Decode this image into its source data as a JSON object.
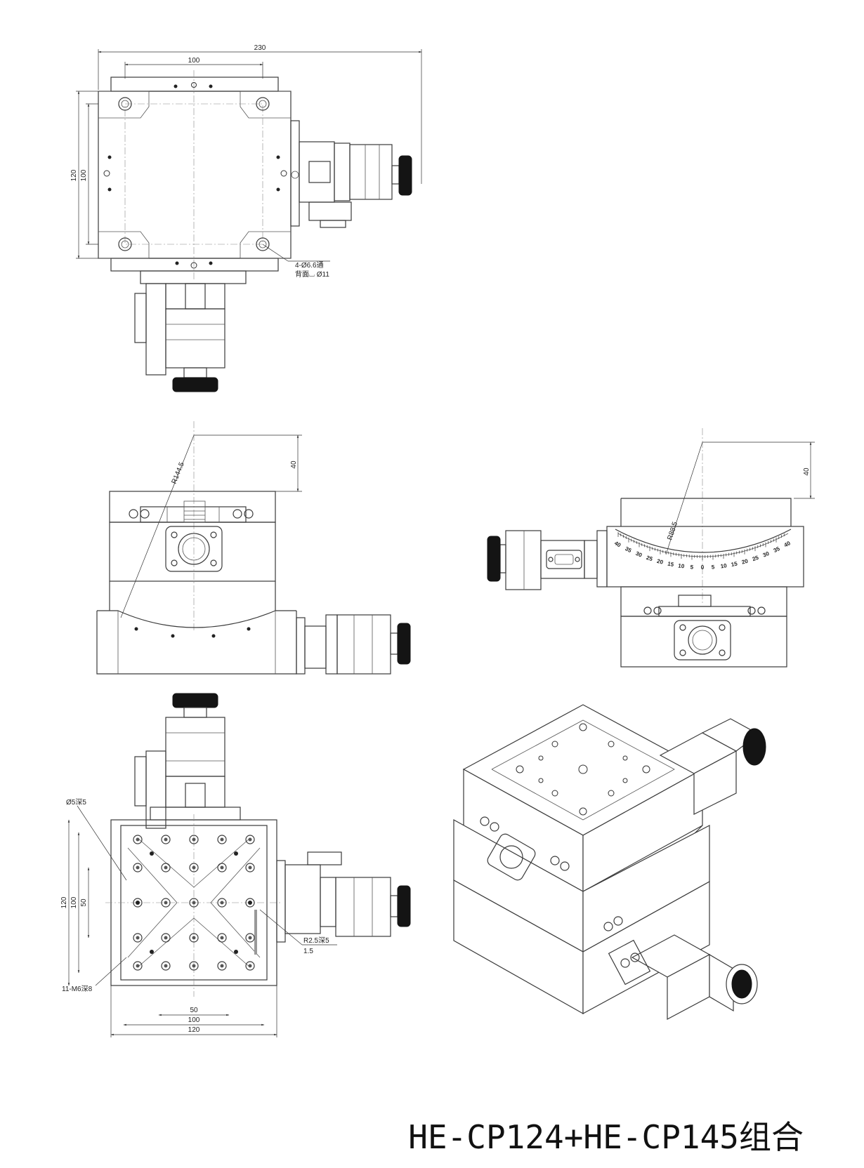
{
  "title": "HE-CP124+HE-CP145组合",
  "top_view": {
    "dim_overall_width": "230",
    "dim_top_width": "100",
    "dim_left_outer": "120",
    "dim_left_inner": "100",
    "hole_note_line1": "4-Ø6.6通",
    "hole_note_line2": "背面⌴ Ø11"
  },
  "side_view_left": {
    "radius_label": "R144.5",
    "height_dim": "40"
  },
  "side_view_right": {
    "radius_label": "R88.5",
    "height_dim": "40",
    "scale_ticks": [
      "40",
      "35",
      "30",
      "25",
      "20",
      "15",
      "10",
      "5",
      "0",
      "5",
      "10",
      "15",
      "20",
      "25",
      "30",
      "35",
      "40"
    ]
  },
  "bottom_view": {
    "hole_label_top": "Ø5深5",
    "dim_left_outer": "120",
    "dim_left_mid": "100",
    "dim_left_inner": "50",
    "pin_label": "R2.5深5",
    "pin_sub_label": "1.5",
    "thread_label": "11-M6深8",
    "dim_bottom_inner": "50",
    "dim_bottom_mid": "100",
    "dim_bottom_outer": "120"
  }
}
